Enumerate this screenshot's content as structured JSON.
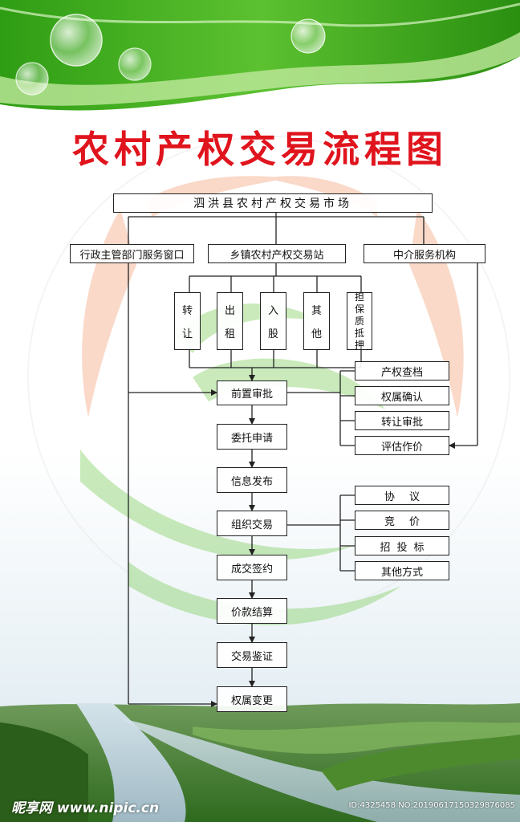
{
  "title": "农村产权交易流程图",
  "colors": {
    "title": "#e0141d",
    "header_green": "#3fae1f",
    "accent_green": "#5cc130",
    "accent_orange": "#f08a5b"
  },
  "nodes": {
    "market": "泗洪县农村产权交易市场",
    "admin_window": "行政主管部门服务窗口",
    "township_station": "乡镇农村产权交易站",
    "intermediary": "中介服务机构",
    "transaction_types": [
      [
        "转",
        "让"
      ],
      [
        "出",
        "租"
      ],
      [
        "入",
        "股"
      ],
      [
        "其",
        "他"
      ],
      [
        "担",
        "保",
        "质",
        "抵",
        "押"
      ]
    ],
    "steps": [
      "前置审批",
      "委托申请",
      "信息发布",
      "组织交易",
      "成交签约",
      "价款结算",
      "交易鉴证",
      "权属变更"
    ],
    "pre_approval_items": [
      "产权查档",
      "权属确认",
      "转让审批",
      "评估作价"
    ],
    "trade_methods": [
      "协议",
      "竞价",
      "招投标",
      "其他方式"
    ]
  },
  "watermark": {
    "site": "昵享网 www.nipic.cn",
    "id": "ID:4325458 NO:20190617150329876085"
  }
}
